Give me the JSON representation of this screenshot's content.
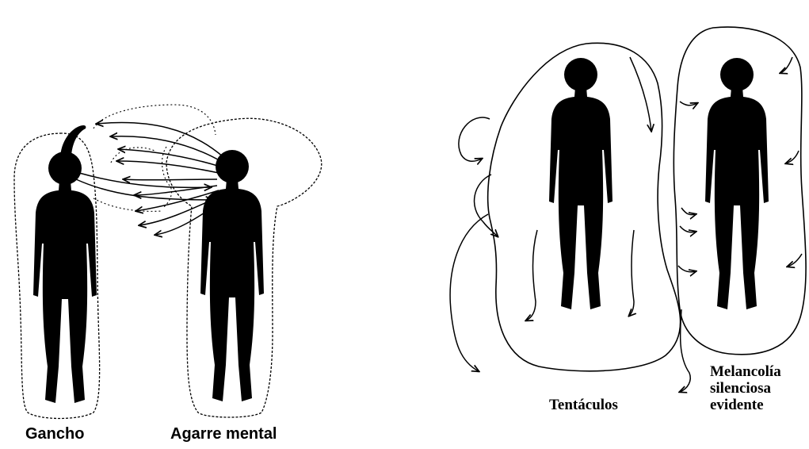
{
  "labels": {
    "gancho": "Gancho",
    "agarre_mental": "Agarre mental",
    "tentaculos": "Tentáculos",
    "melancolia_line1": "Melancolía",
    "melancolia_line2": "silenciosa",
    "melancolia_line3": "evidente"
  },
  "colors": {
    "ink": "#000000",
    "background": "#ffffff"
  }
}
